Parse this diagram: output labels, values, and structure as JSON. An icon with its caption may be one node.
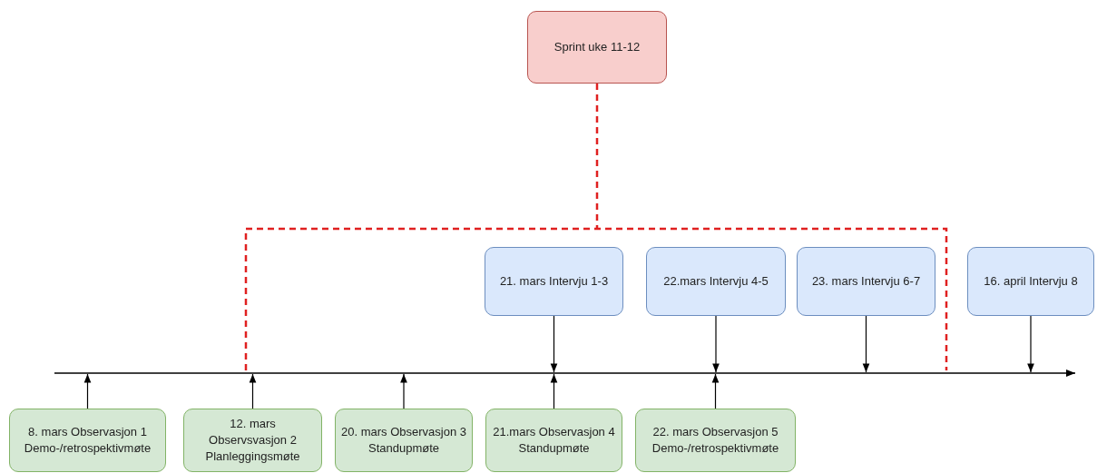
{
  "diagram": {
    "nodes": [
      {
        "text": [
          "Sprint uke 11-12"
        ]
      },
      {
        "text": [
          "21. mars Intervju 1-3"
        ]
      },
      {
        "text": [
          "22.mars Intervju 4-5"
        ]
      },
      {
        "text": [
          "23. mars Intervju 6-7"
        ]
      },
      {
        "text": [
          "16. april Intervju 8"
        ]
      },
      {
        "text": [
          "8. mars Observasjon 1 Demo-/retrospektivmøte"
        ]
      },
      {
        "text": [
          "12. mars Observsvasjon 2 Planleggingsmøte"
        ]
      },
      {
        "text": [
          "20. mars Observasjon 3 Standupmøte"
        ]
      },
      {
        "text": [
          "21.mars Observasjon 4 Standupmøte"
        ]
      },
      {
        "text": [
          "22. mars Observasjon 5 Demo-/retrospektivmøte"
        ]
      }
    ],
    "edges": [
      {
        "from": 0,
        "to": null,
        "arrow": "none",
        "style": "dashed",
        "color": "#e02020"
      },
      {
        "from": 1,
        "to": null,
        "arrow": "to"
      },
      {
        "from": 2,
        "to": null,
        "arrow": "to"
      },
      {
        "from": 3,
        "to": null,
        "arrow": "to"
      },
      {
        "from": 4,
        "to": null,
        "arrow": "to"
      },
      {
        "from": 5,
        "to": null,
        "arrow": "to"
      },
      {
        "from": 6,
        "to": null,
        "arrow": "to"
      },
      {
        "from": 7,
        "to": null,
        "arrow": "to"
      },
      {
        "from": 8,
        "to": null,
        "arrow": "to"
      },
      {
        "from": 9,
        "to": null,
        "arrow": "to"
      }
    ]
  }
}
